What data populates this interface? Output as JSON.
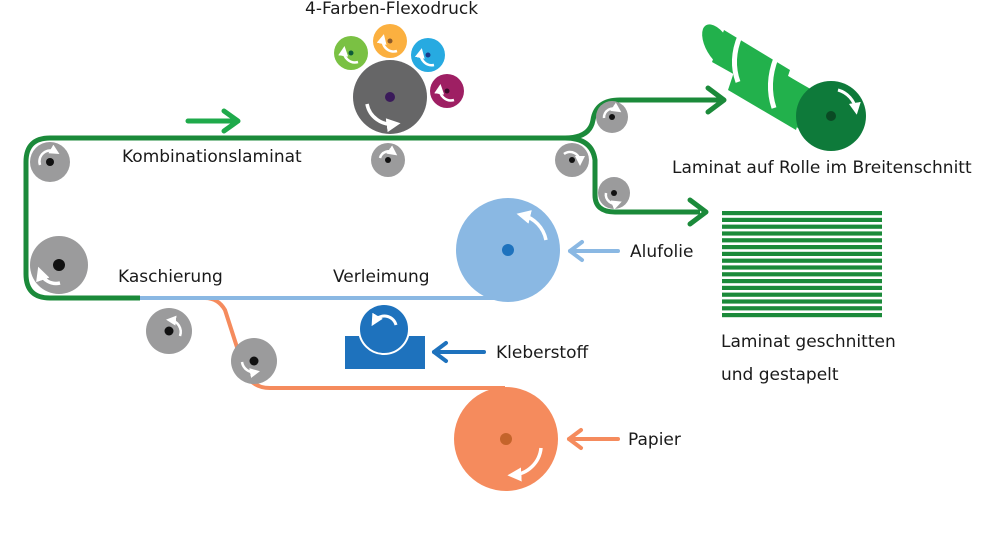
{
  "title": "4-Farben-Flexodruck",
  "labels": {
    "flexo": "4-Farben-Flexodruck",
    "kombinationslaminat": "Kombinationslaminat",
    "kaschierung": "Kaschierung",
    "verleimung": "Verleimung",
    "alufolie": "Alufolie",
    "kleberstoff": "Kleberstoff",
    "papier": "Papier",
    "rolle": "Laminat auf Rolle im Breitenschnitt",
    "geschnitten_line1": "Laminat geschnitten",
    "geschnitten_line2": "und gestapelt"
  },
  "colors": {
    "laminate_green": "#1b8a3a",
    "arrow_green": "#1faa4b",
    "roll_green_light": "#22b14c",
    "roll_green_dark": "#0e7a3a",
    "roller_gray": "#9b9b9c",
    "roller_dark_gray": "#666667",
    "alu_blue": "#8ab8e3",
    "glue_blue": "#1e72bd",
    "paper_orange": "#f58b5d",
    "ink_green": "#7ac143",
    "ink_orange": "#fbb040",
    "ink_cyan": "#27aae1",
    "ink_magenta": "#9e1f63"
  },
  "icons": {
    "roller": "rotating-roller-icon",
    "arrow": "flow-arrow-icon"
  }
}
